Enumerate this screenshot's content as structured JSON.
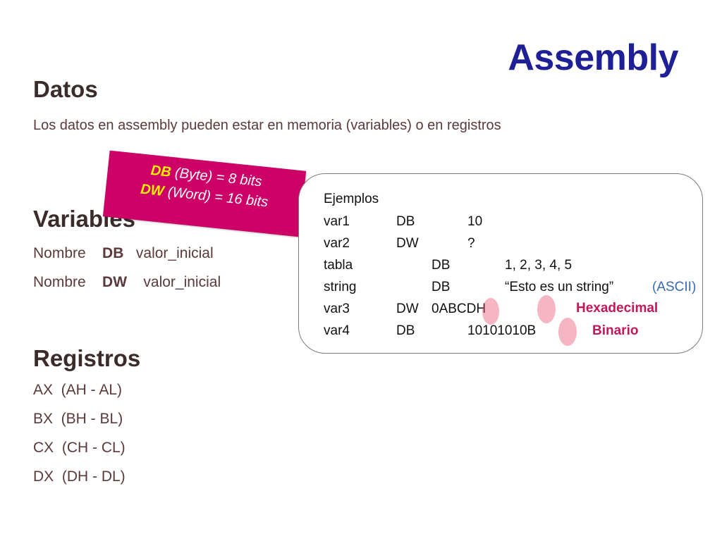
{
  "title": "Assembly",
  "datos": {
    "heading": "Datos",
    "description": "Los datos en assembly pueden estar en memoria (variables) o en registros"
  },
  "variables": {
    "heading": "Variables",
    "rows": [
      {
        "name": "Nombre",
        "type": "DB",
        "value": "valor_inicial"
      },
      {
        "name": "Nombre",
        "type": "DW",
        "value": "valor_inicial"
      }
    ]
  },
  "callout": {
    "line1_keyword": "DB",
    "line1_text": " (Byte) = 8 bits",
    "line2_keyword": "DW",
    "line2_text": " (Word) = 16 bits",
    "background_color": "#cc0066"
  },
  "examples": {
    "title": "Ejemplos",
    "rows": [
      {
        "name": "var1",
        "type": "DB",
        "value": "10"
      },
      {
        "name": "var2",
        "type": "DW",
        "value": "?"
      },
      {
        "name": "tabla",
        "type": "DB",
        "value": "1, 2, 3, 4, 5"
      },
      {
        "name": "string",
        "type": "DB",
        "value": "“Esto es un string”",
        "note": "(ASCII)"
      },
      {
        "name": "var3",
        "type": "DW",
        "value": "0ABCDH"
      },
      {
        "name": "var4",
        "type": "DB",
        "value": "10101010B"
      }
    ],
    "label_hex": "Hexadecimal",
    "label_bin": "Binario"
  },
  "registros": {
    "heading": "Registros",
    "items": [
      "AX  (AH - AL)",
      "BX  (BH - BL)",
      "CX  (CH - CL)",
      "DX  (DH - DL)"
    ]
  },
  "colors": {
    "title": "#1f1f96",
    "accent": "#cc0066",
    "highlight_label": "#c0185a",
    "ascii_note": "#3a68b8"
  }
}
